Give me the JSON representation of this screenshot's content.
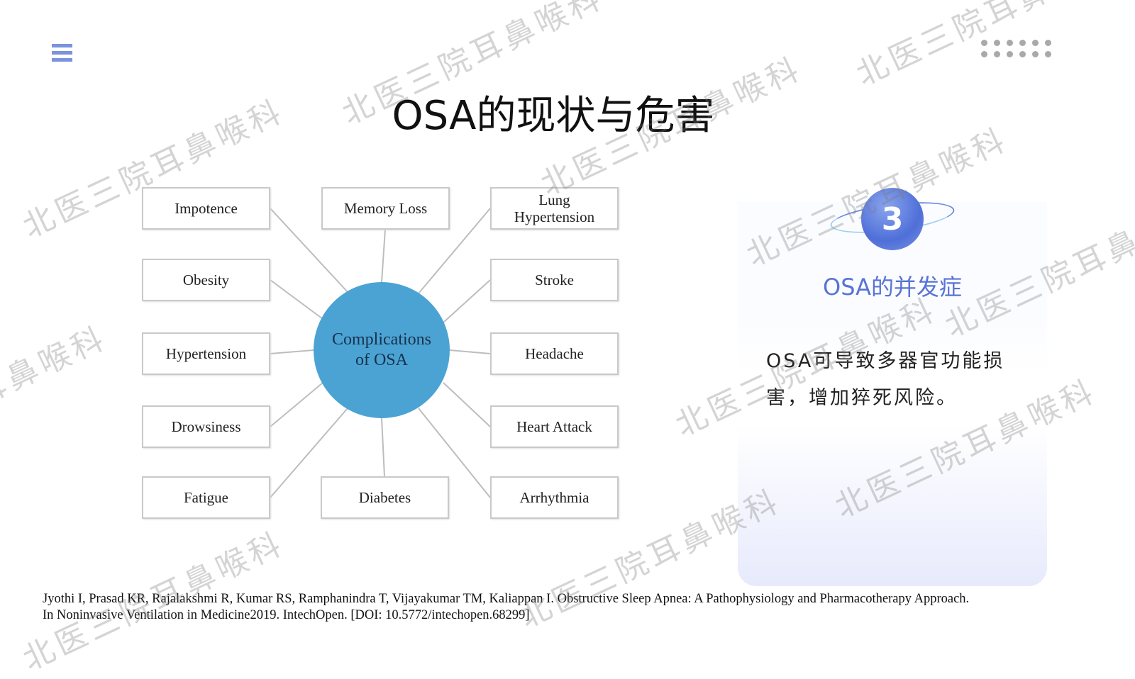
{
  "title": "OSA的现状与危害",
  "diagram": {
    "center": "Complications of OSA",
    "boxes": [
      "Impotence",
      "Memory Loss",
      "Lung Hypertension",
      "Obesity",
      "Stroke",
      "Hypertension",
      "Headache",
      "Drowsiness",
      "Heart Attack",
      "Fatigue",
      "Diabetes",
      "Arrhythmia"
    ]
  },
  "card": {
    "number": "3",
    "subtitle": "OSA的并发症",
    "body": "OSA可导致多器官功能损害，增加猝死风险。"
  },
  "reference": {
    "line1": "Jyothi I, Prasad KR, Rajalakshmi R, Kumar RS, Ramphanindra T, Vijayakumar TM, Kaliappan I. Obstructive Sleep Apnea: A Pathophysiology and Pharmacotherapy Approach.",
    "line2": "In Noninvasive Ventilation in Medicine2019. IntechOpen. [DOI: 10.5772/intechopen.68299]"
  },
  "watermark": "北医三院耳鼻喉科",
  "colors": {
    "accent": "#5873d6",
    "circle": "#4ba3d4"
  }
}
